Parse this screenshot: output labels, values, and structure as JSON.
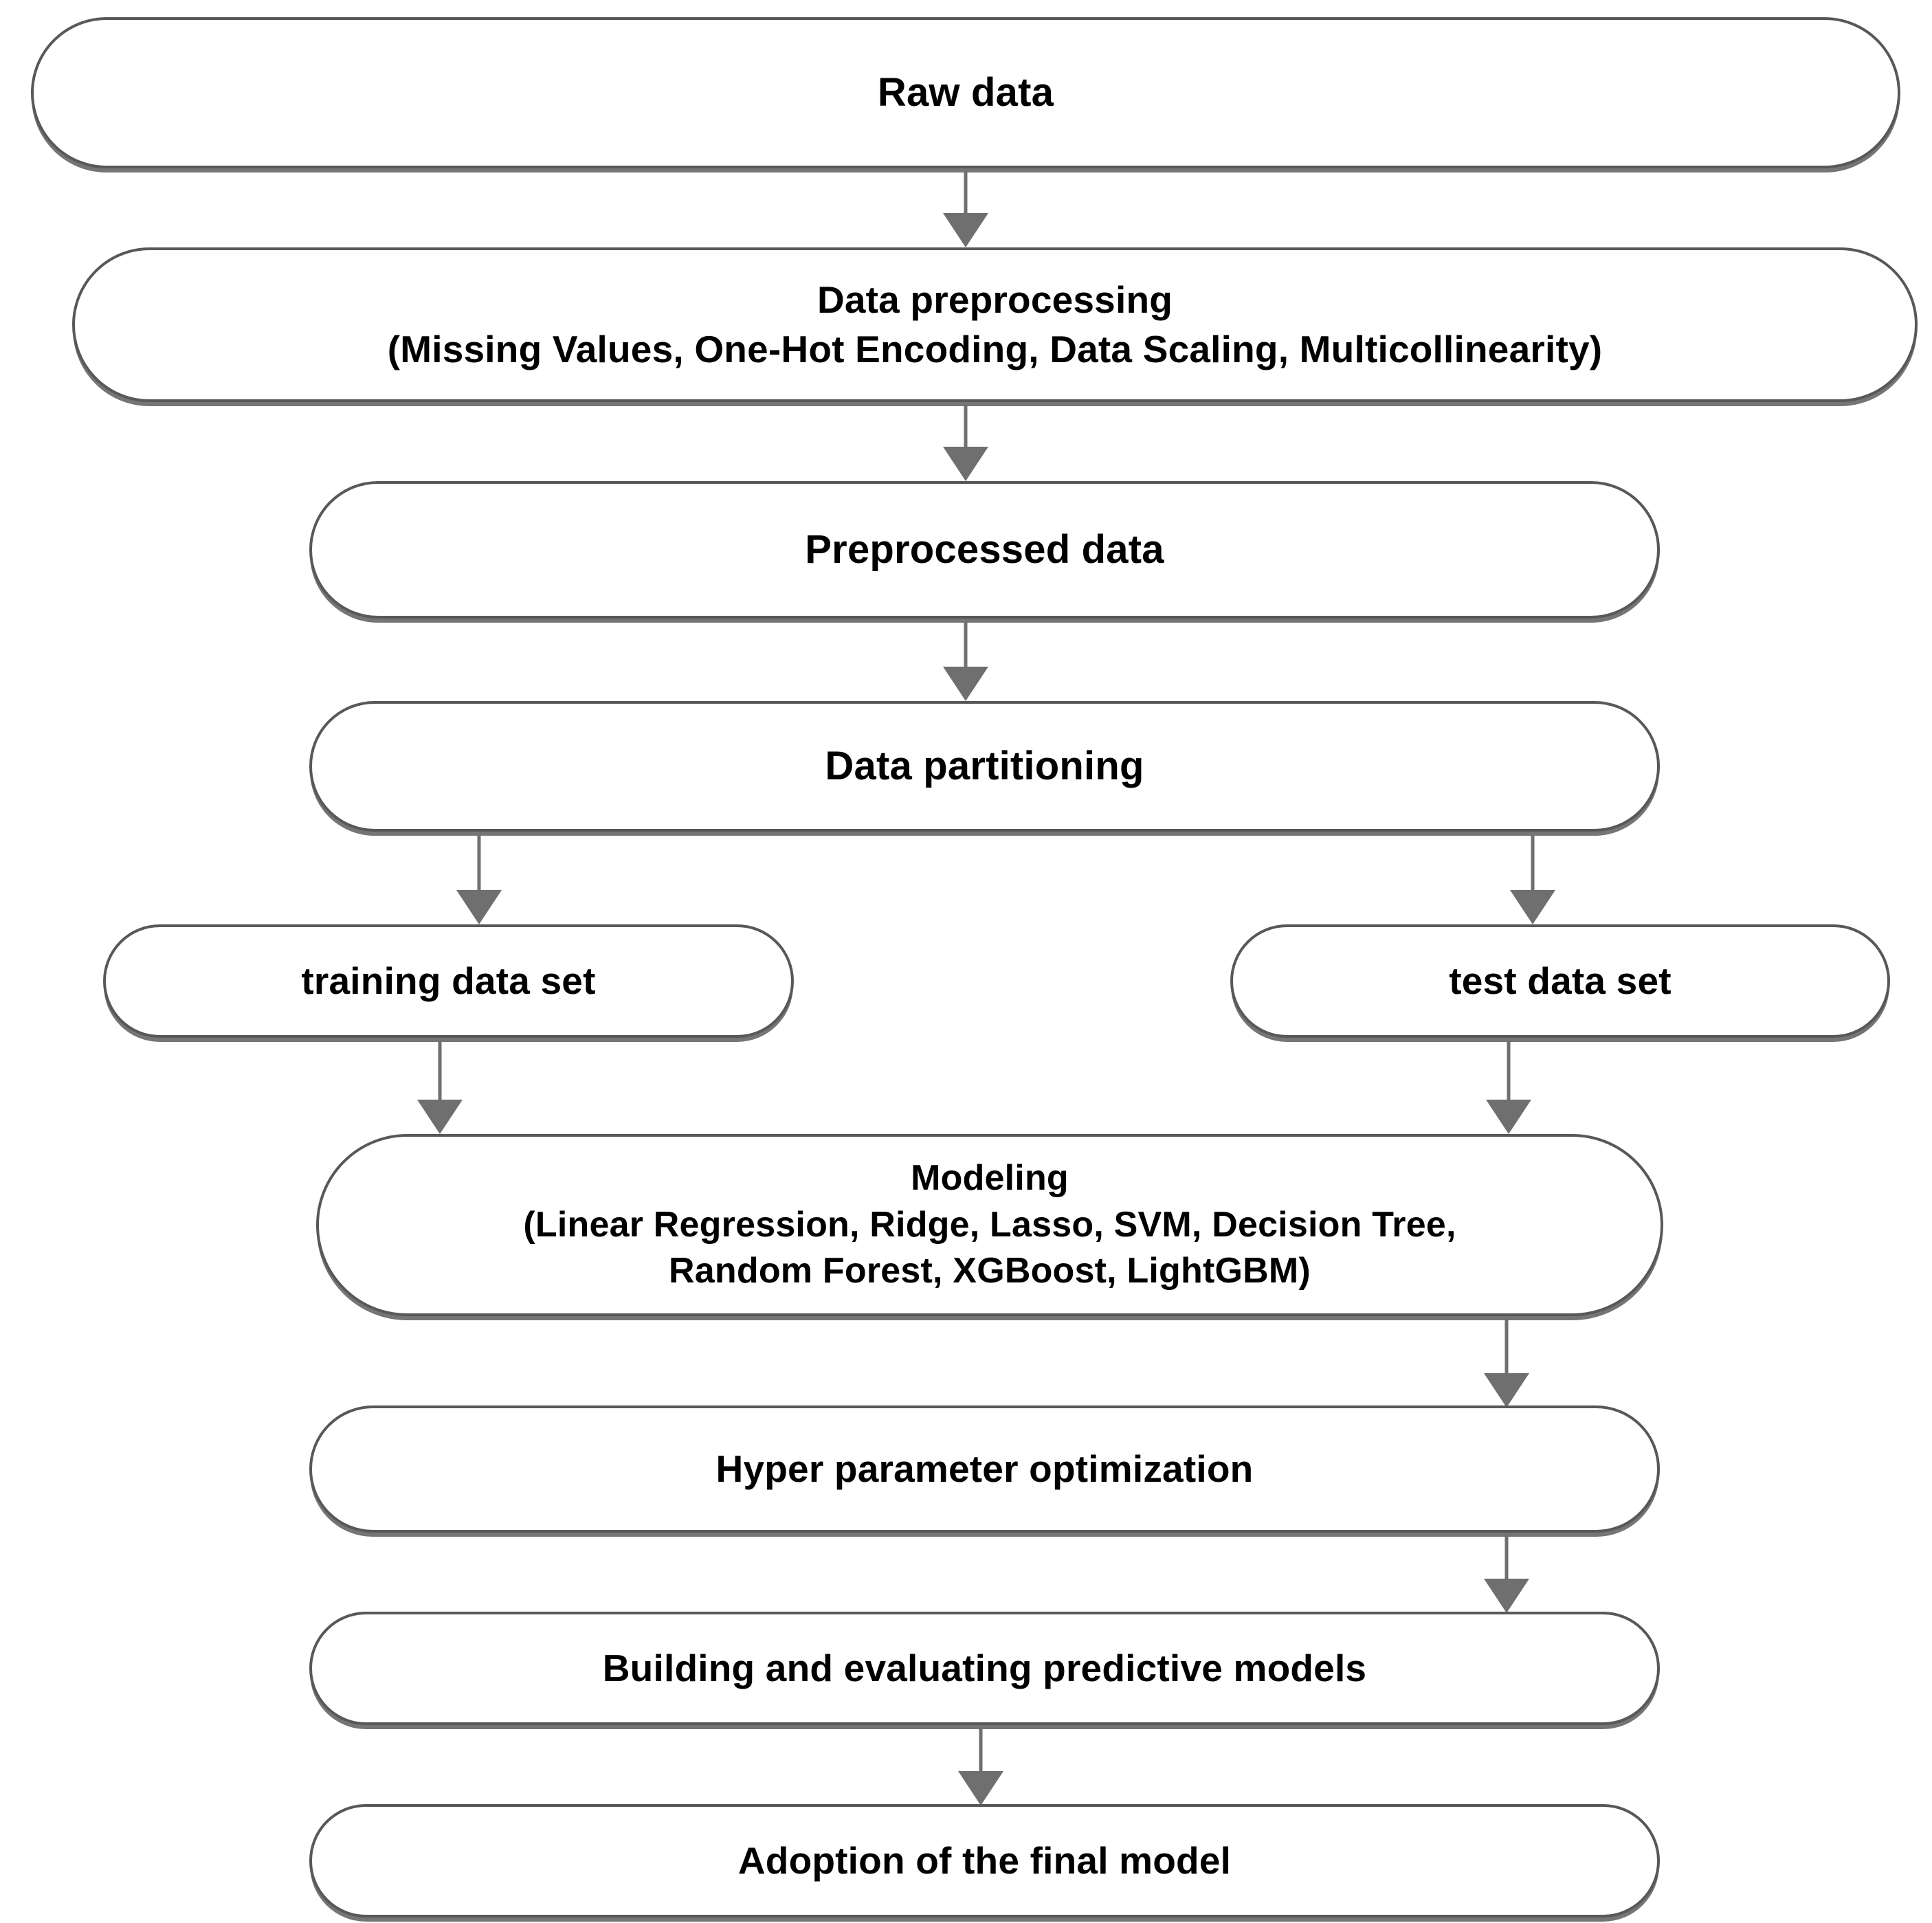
{
  "diagram": {
    "title": "Machine learning modeling workflow flowchart",
    "type": "flowchart",
    "orientation": "top-to-bottom",
    "colors": {
      "node_border": "#585858",
      "node_fill": "#ffffff",
      "node_shadow": "#6e6e6e",
      "connector": "#6f6f6f",
      "text": "#000000"
    },
    "nodes": [
      {
        "id": "raw-data",
        "label": "Raw data",
        "shape": "stadium"
      },
      {
        "id": "data-preprocessing",
        "label": "Data preprocessing\n(Missing Values, One-Hot Encoding, Data Scaling, Multicollinearity)",
        "shape": "stadium"
      },
      {
        "id": "preprocessed-data",
        "label": "Preprocessed data",
        "shape": "stadium"
      },
      {
        "id": "data-partitioning",
        "label": "Data partitioning",
        "shape": "stadium"
      },
      {
        "id": "training-data-set",
        "label": "training data set",
        "shape": "stadium"
      },
      {
        "id": "test-data-set",
        "label": "test data set",
        "shape": "stadium"
      },
      {
        "id": "modeling",
        "label": "Modeling\n(Linear Regression, Ridge, Lasso, SVM, Decision Tree,\nRandom Forest, XGBoost, LightGBM)",
        "shape": "stadium"
      },
      {
        "id": "hyper-parameter-optimization",
        "label": "Hyper parameter optimization",
        "shape": "stadium"
      },
      {
        "id": "building-evaluating",
        "label": "Building and evaluating predictive models",
        "shape": "stadium"
      },
      {
        "id": "adoption-final-model",
        "label": "Adoption of the final model",
        "shape": "stadium"
      }
    ],
    "edges": [
      {
        "id": "e1",
        "from": "raw-data",
        "to": "data-preprocessing",
        "label": ""
      },
      {
        "id": "e2",
        "from": "data-preprocessing",
        "to": "preprocessed-data",
        "label": ""
      },
      {
        "id": "e3",
        "from": "preprocessed-data",
        "to": "data-partitioning",
        "label": ""
      },
      {
        "id": "e4",
        "from": "data-partitioning",
        "to": "training-data-set",
        "label": ""
      },
      {
        "id": "e5",
        "from": "data-partitioning",
        "to": "test-data-set",
        "label": ""
      },
      {
        "id": "e6",
        "from": "training-data-set",
        "to": "modeling",
        "label": ""
      },
      {
        "id": "e7",
        "from": "test-data-set",
        "to": "modeling",
        "label": ""
      },
      {
        "id": "e8",
        "from": "modeling",
        "to": "hyper-parameter-optimization",
        "label": ""
      },
      {
        "id": "e9",
        "from": "hyper-parameter-optimization",
        "to": "building-evaluating",
        "label": ""
      },
      {
        "id": "e10",
        "from": "building-evaluating",
        "to": "adoption-final-model",
        "label": ""
      }
    ]
  }
}
